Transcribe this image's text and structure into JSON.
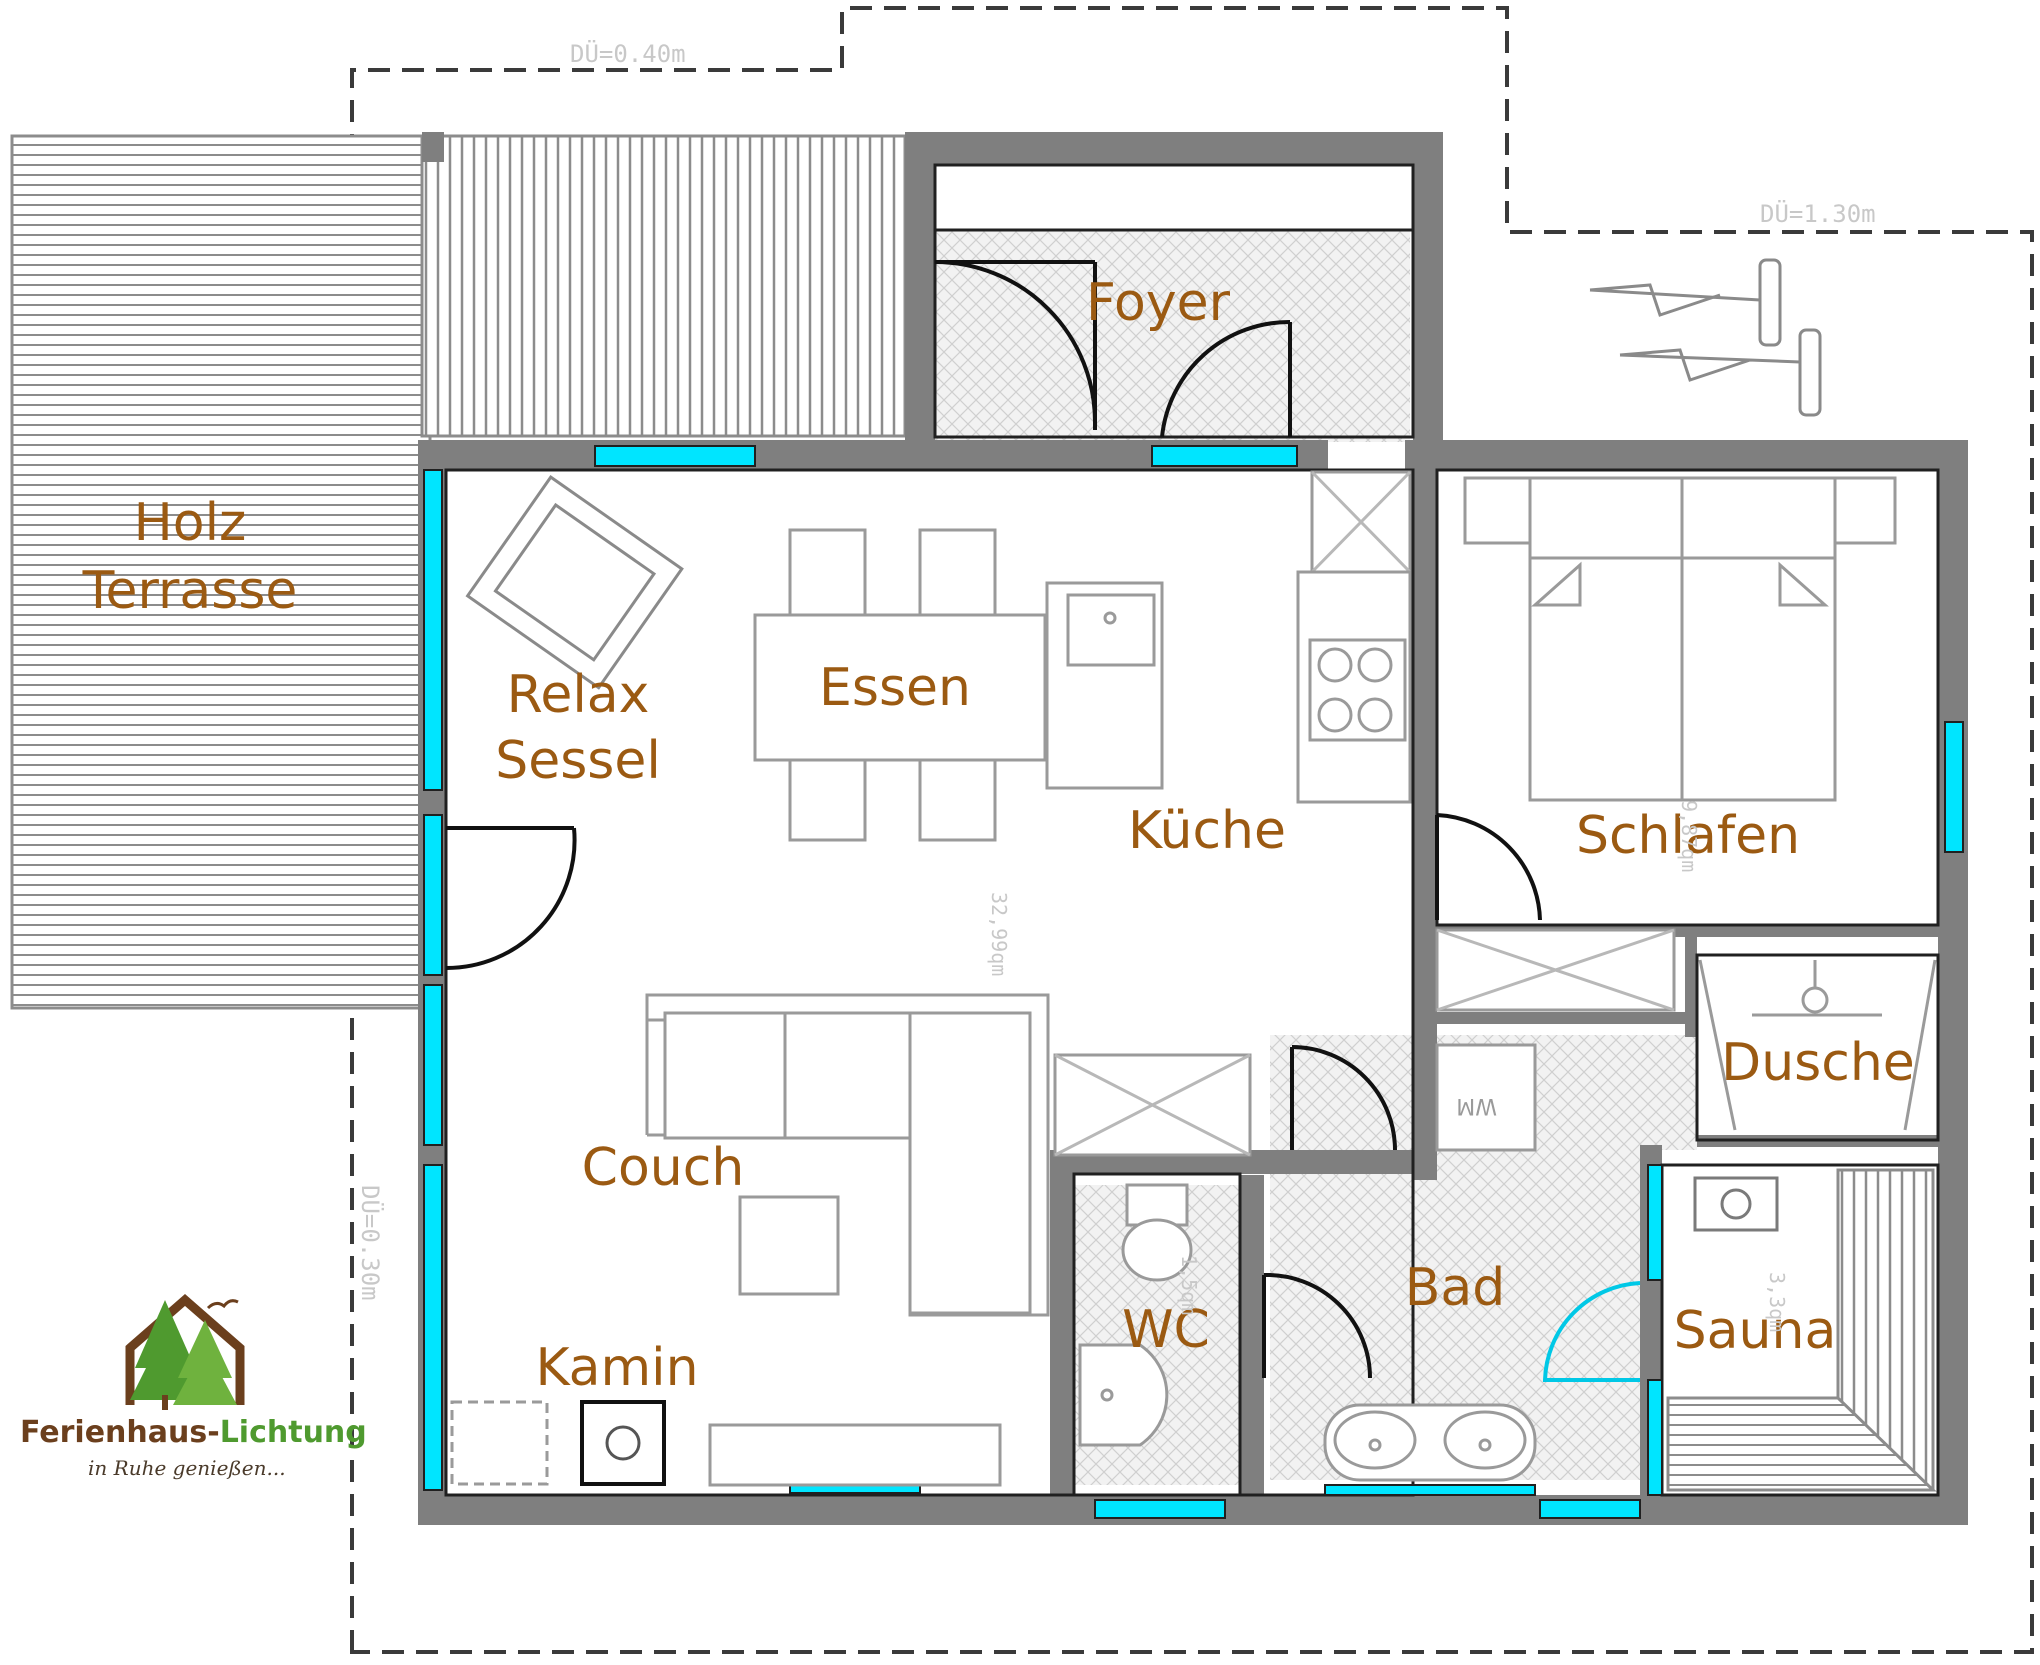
{
  "rooms": {
    "holz_terrasse_line1": "Holz",
    "holz_terrasse_line2": "Terrasse",
    "relax_line1": "Relax",
    "relax_line2": "Sessel",
    "essen": "Essen",
    "kueche": "Küche",
    "foyer": "Foyer",
    "schlafen": "Schlafen",
    "dusche": "Dusche",
    "sauna": "Sauna",
    "bad": "Bad",
    "wc": "WC",
    "couch": "Couch",
    "kamin": "Kamin"
  },
  "dimensions": {
    "du_top": "DÜ=0.40m",
    "du_right": "DÜ=1.30m",
    "du_left": "DÜ=0.30m",
    "area_living": "32,99qm",
    "area_bed": "9,87qm",
    "area_wc": "1,5qm",
    "area_sauna": "3,3qm"
  },
  "appliances": {
    "washer": "WM"
  },
  "logo": {
    "name_part1": "Ferienhaus-",
    "name_part2": "Lichtung",
    "tagline": "in Ruhe genießen...",
    "color_brown": "#6b3f1d",
    "color_green": "#4f9a2f"
  },
  "colors": {
    "wall": "#7f7f7f",
    "window": "#00e5ff",
    "label": "#9b5a12",
    "door_sauna": "#00c8e6"
  }
}
